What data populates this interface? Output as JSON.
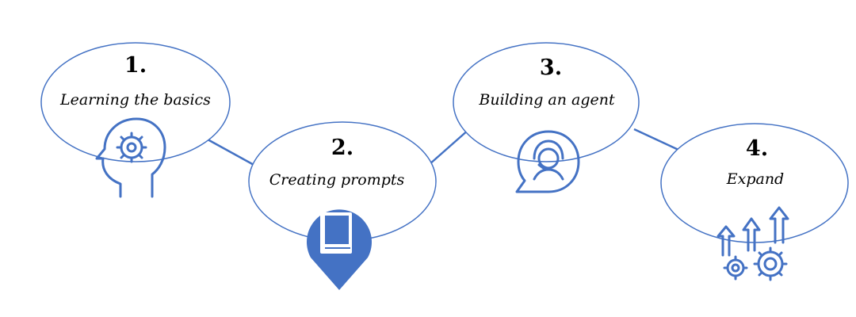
{
  "steps": [
    {
      "number": "1.",
      "label": "Learning the basics",
      "icon": "head-gear-icon"
    },
    {
      "number": "2.",
      "label": "Creating prompts",
      "icon": "book-pin-icon"
    },
    {
      "number": "3.",
      "label": "Building an agent",
      "icon": "support-agent-icon"
    },
    {
      "number": "4.",
      "label": "Expand",
      "icon": "growth-gears-icon"
    }
  ],
  "colors": {
    "accent": "#4472C4",
    "text": "#000000",
    "background": "#FFFFFF"
  }
}
